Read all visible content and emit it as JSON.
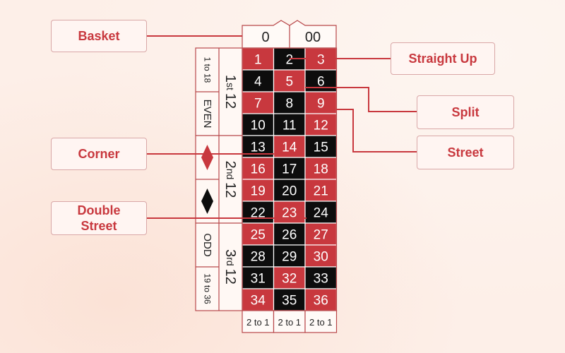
{
  "labels": {
    "basket": "Basket",
    "corner": "Corner",
    "double_street_line1": "Double",
    "double_street_line2": "Street",
    "straight_up": "Straight Up",
    "split": "Split",
    "street": "Street"
  },
  "table": {
    "zeros": [
      "0",
      "00"
    ],
    "numbers": [
      [
        "1",
        "2",
        "3"
      ],
      [
        "4",
        "5",
        "6"
      ],
      [
        "7",
        "8",
        "9"
      ],
      [
        "10",
        "11",
        "12"
      ],
      [
        "13",
        "14",
        "15"
      ],
      [
        "16",
        "17",
        "18"
      ],
      [
        "19",
        "20",
        "21"
      ],
      [
        "22",
        "23",
        "24"
      ],
      [
        "25",
        "26",
        "27"
      ],
      [
        "28",
        "29",
        "30"
      ],
      [
        "31",
        "32",
        "33"
      ],
      [
        "34",
        "35",
        "36"
      ]
    ],
    "colors": [
      [
        "red",
        "black",
        "red"
      ],
      [
        "black",
        "red",
        "black"
      ],
      [
        "red",
        "black",
        "red"
      ],
      [
        "black",
        "black",
        "red"
      ],
      [
        "black",
        "red",
        "black"
      ],
      [
        "red",
        "black",
        "red"
      ],
      [
        "red",
        "black",
        "red"
      ],
      [
        "black",
        "red",
        "black"
      ],
      [
        "red",
        "black",
        "red"
      ],
      [
        "black",
        "black",
        "red"
      ],
      [
        "black",
        "red",
        "black"
      ],
      [
        "red",
        "black",
        "red"
      ]
    ],
    "columns_bet": [
      "2 to 1",
      "2 to 1",
      "2 to 1"
    ],
    "dozens": [
      {
        "num": "1",
        "suffix": "st",
        "value": "12"
      },
      {
        "num": "2",
        "suffix": "nd",
        "value": "12"
      },
      {
        "num": "3",
        "suffix": "rd",
        "value": "12"
      }
    ],
    "outside": [
      "1 to 18",
      "EVEN",
      "",
      "",
      "ODD",
      "19 to 36"
    ]
  },
  "colors": {
    "red": "#c8383e",
    "black": "#0d0d0d",
    "frame": "#b8474a",
    "label_text": "#c8383e",
    "connector": "#c8383e"
  }
}
